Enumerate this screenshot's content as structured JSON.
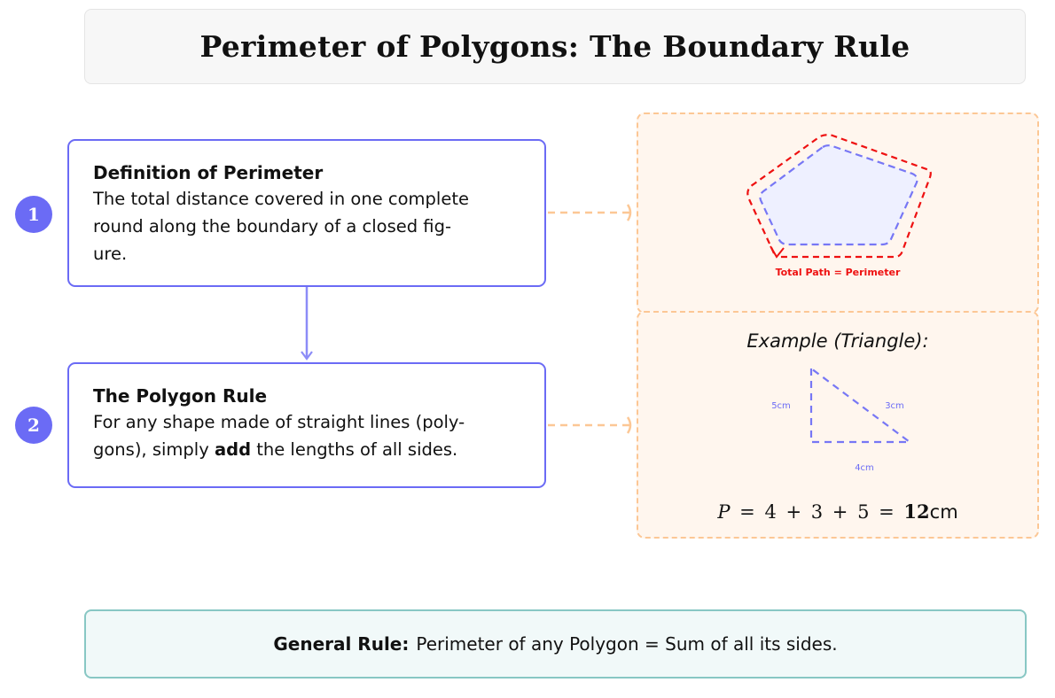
{
  "title": "Perimeter of Polygons: The Boundary Rule",
  "steps": [
    {
      "number": "1",
      "title": "Definition of Perimeter",
      "lines": [
        "The total distance covered in one complete",
        "round along the boundary of a closed fig-",
        "ure."
      ]
    },
    {
      "number": "2",
      "title": "The Polygon Rule",
      "line1": "For any shape made of straight lines (poly-",
      "line2_before": "gons), simply ",
      "line2_bold": "add",
      "line2_after": " the lengths of all sides."
    }
  ],
  "pentagon_panel": {
    "caption": "Total Path = Perimeter"
  },
  "example_panel": {
    "title": "Example (Triangle):",
    "labels": {
      "left": "5cm",
      "hypotenuse": "3cm",
      "bottom": "4cm"
    },
    "formula": {
      "var": "P",
      "eq1": "=",
      "expr": "4 + 3 + 5",
      "eq2": "=",
      "result": "12",
      "unit": "cm"
    }
  },
  "footer": {
    "label": "General Rule:",
    "text": "Perimeter of any Polygon = Sum of all its sides."
  },
  "colors": {
    "accent": "#6b6bf5",
    "connector": "#fcc795",
    "panel_bg": "#fff6ee",
    "perimeter_red": "#ee1111",
    "footer_border": "#88c7c4"
  }
}
